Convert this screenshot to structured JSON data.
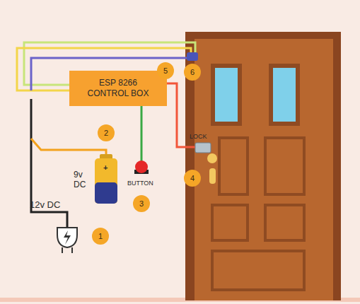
{
  "diagram": {
    "nodes": [
      {
        "text": [
          "ESP 8266 CONTROL BOX"
        ]
      }
    ],
    "labels": [
      "12v DC",
      "1",
      "9v DC",
      "+",
      "2",
      "BUTTON",
      "3",
      "LOCK",
      "4",
      "5",
      "6"
    ]
  }
}
